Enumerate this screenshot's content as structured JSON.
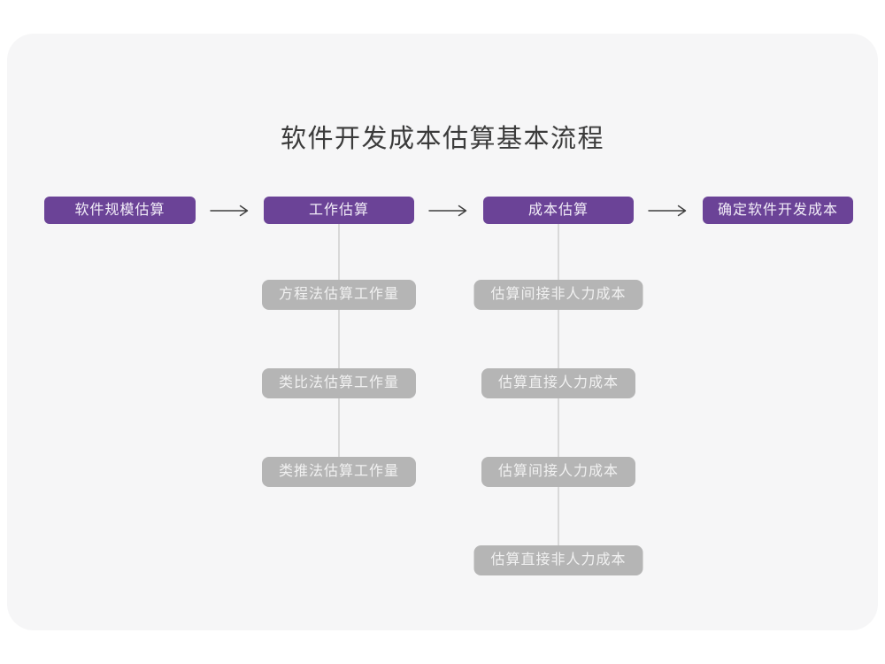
{
  "title": "软件开发成本估算基本流程",
  "colors": {
    "page_bg": "#ffffff",
    "card_bg": "#f6f6f7",
    "primary_node": "#6b4397",
    "primary_text": "#f2edf8",
    "sub_node": "#b5b5b5",
    "sub_text": "#f1f1f1",
    "connector": "#d9d9d9",
    "arrow": "#3f3f3f",
    "title_text": "#3b3b3b"
  },
  "flow": {
    "main_steps": [
      {
        "label": "软件规模估算"
      },
      {
        "label": "工作估算"
      },
      {
        "label": "成本估算"
      },
      {
        "label": "确定软件开发成本"
      }
    ],
    "work_substeps": [
      {
        "label": "方程法估算工作量"
      },
      {
        "label": "类比法估算工作量"
      },
      {
        "label": "类推法估算工作量"
      }
    ],
    "cost_substeps": [
      {
        "label": "估算间接非人力成本"
      },
      {
        "label": "估算直接人力成本"
      },
      {
        "label": "估算间接人力成本"
      },
      {
        "label": "估算直接非人力成本"
      }
    ]
  }
}
